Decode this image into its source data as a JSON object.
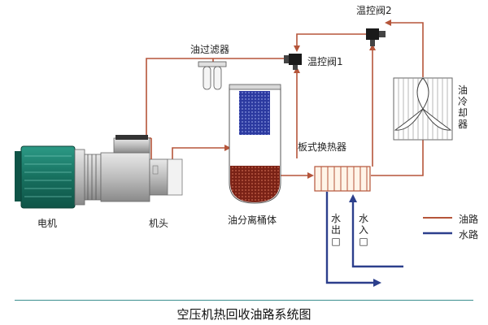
{
  "colors": {
    "oil": "#b5553a",
    "water": "#2c3f8c",
    "motor": "#1f7f6f",
    "rule": "#3b8f8f",
    "oil_fill": "#8b2a1a",
    "filter_media": "#3340a8"
  },
  "labels": {
    "motor": "电机",
    "airhead": "机头",
    "separator": "油分离桶体",
    "oil_filter": "油过滤器",
    "thermo_valve_1": "温控阀1",
    "thermo_valve_2": "温控阀2",
    "plate_exchanger": "板式换热器",
    "oil_cooler": "油冷却器",
    "water_out": "水出□",
    "water_in": "水入□"
  },
  "legend": {
    "oil_line": "油路",
    "water_line": "水路"
  },
  "title": "空压机热回收油路系统图"
}
